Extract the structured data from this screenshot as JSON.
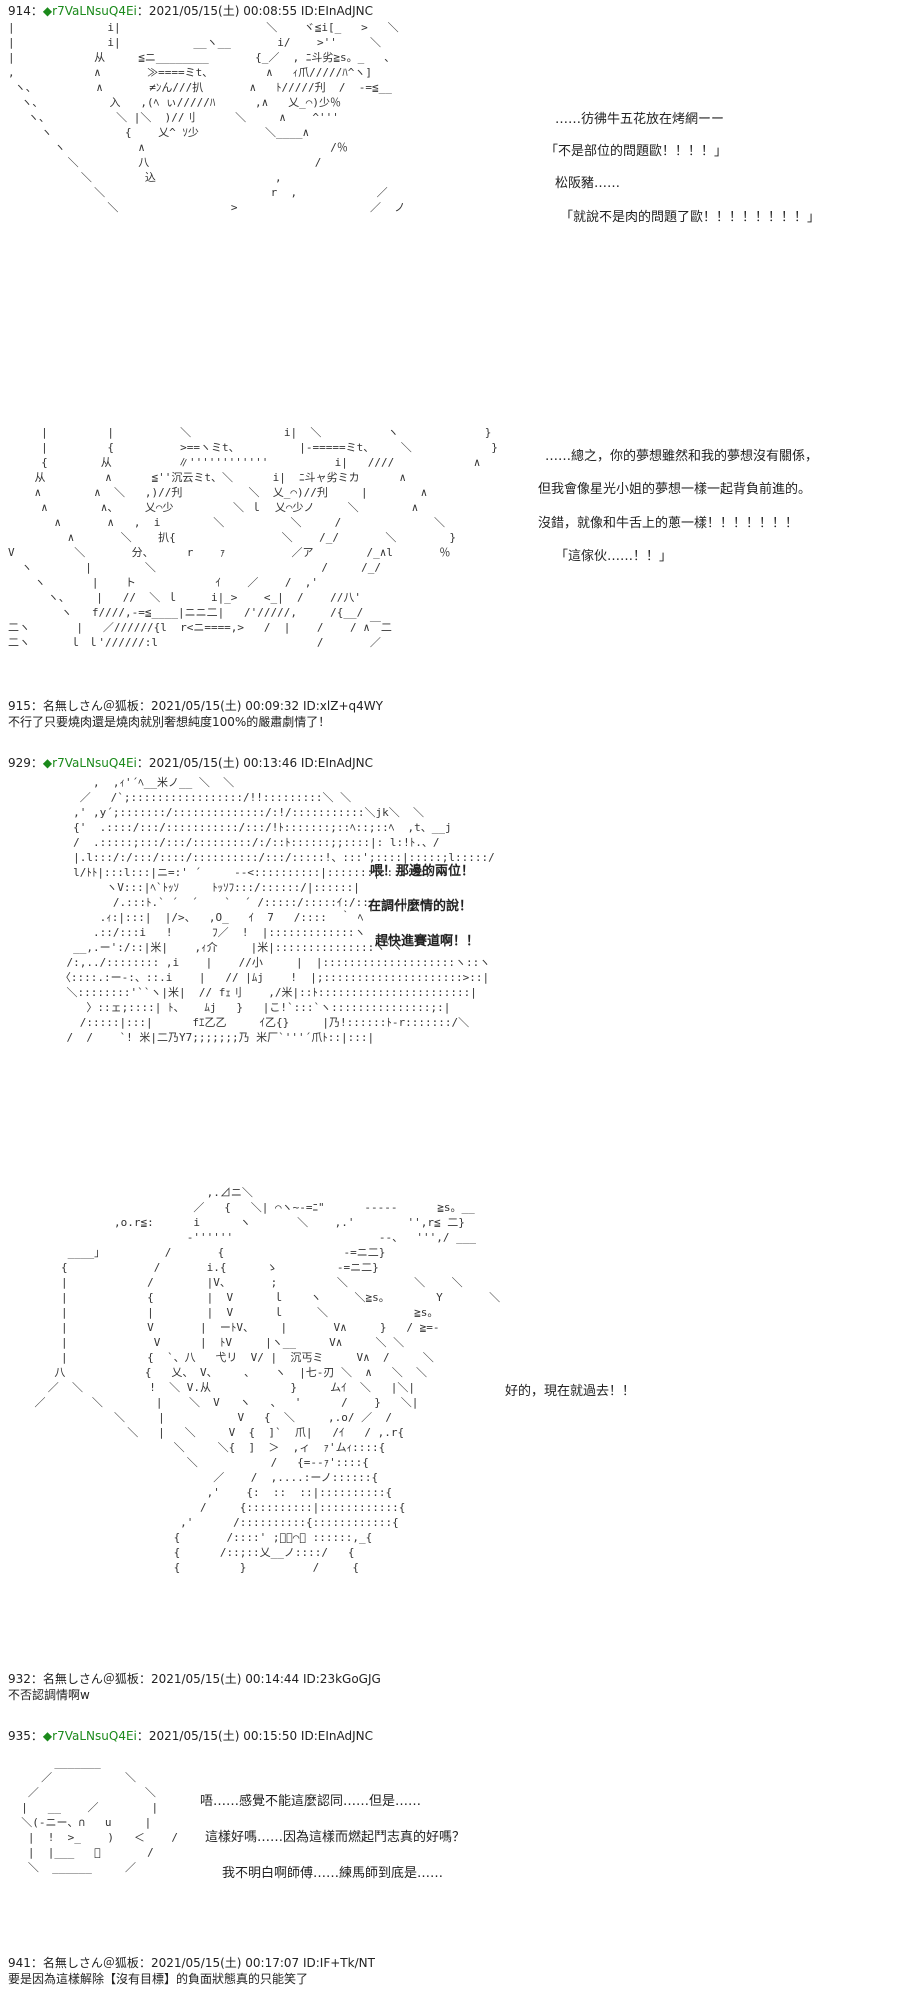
{
  "posts": [
    {
      "num": "914",
      "sep": "：",
      "trip": "◆r7VaLNsuQ4Ei",
      "meta": "：2021/05/15(土) 00:08:55 ID:EInAdJNC",
      "panels": [
        {
          "aa": "|              i|                      ＼    ヾ≦i[_   >   ＼\n|              i|           __ヽ__       i/    >''     ＼\n|            从     ≦ニ________       {_／  , ﾆ斗劣≧s。_   、\n,            ∧       ≫====ミt、        ∧   ｨ爪/////ﾊ^ヽ]\n ヽ、         ∧       ≠ﾝん///扒       ∧   ﾄ/////刋  /  -=≦__\n  ヽ、          入   ,(ﾍ ぃ/////ﾊ      ,∧   乂_⌒)少％\n   ヽ、          ＼ |＼  )//刂      ＼     ∧    ^'''\n     ヽ           {    乂^ ｿ少          ＼____∧\n       ヽ           ∧                            /％\n         ＼         八                         /\n           ＼        込                  ,\n             ＼                         r  ,            ／\n               ＼                 >                    ／  ノ",
          "lines": [
            "……彷彿牛五花放在烤網ーー",
            "「不是部位的問題歐！！！！」",
            "松阪豬……",
            "「就說不是肉的問題了歐！！！！！！！！」"
          ]
        },
        {
          "aa": "     |         |          ＼              i|  ＼          ヽ             }\n     |         {          >==ヽミt、         |-=====ミt、    ＼            }\n     {        从          ∥''''''''''''          i|   ////            ∧\n    从         ∧      ≦''沉云ミt、＼      i|  ﾆ斗ャ劣ミカ      ∧\n    ∧        ∧  ＼   ,)//刋          ＼  乂_⌒)//刋     |        ∧\n     ∧        ∧、    乂⌒少         ＼ ｌ  乂⌒少ノ     ＼        ∧\n       ∧       ∧   ,  i        ＼          ＼     /              ＼\n         ∧       ＼    扒{                ＼    /_/       ＼        }\nV         ＼       分、     r    ｧ          ／ア        /_∧l       ％\n  ヽ        |        ＼                         /     /_/\n    ヽ       |    ト            ｲ    ／    /  ,'\n      ヽ、    |   //  ＼ ｌ     i|_>    <_|  /    //八'\n        ヽ   f////,-=≦____|ニニ二|   /'/////,     /{__/\n二ヽ       |   ／//////{l  r<ニ====,>   /  |    /    / ∧￣二\n二ヽ      ｌ ｌ'//////:l                        /       ／\n",
          "lines": [
            "……總之，你的夢想雖然和我的夢想沒有關係，",
            "但我會像星光小姐的夢想一樣一起背負前進的。",
            "沒錯，就像和牛舌上的蔥一樣！！！！！！！",
            "「這傢伙……！！」"
          ]
        }
      ]
    },
    {
      "num": "915",
      "sep": "：",
      "name": "名無しさん＠狐板",
      "meta": "：2021/05/15(土) 00:09:32 ID:xlZ+q4WY",
      "body": "不行了只要燒肉還是燒肉就別奢想純度100%的嚴肅劇情了！"
    },
    {
      "num": "929",
      "sep": "：",
      "trip": "◆r7VaLNsuQ4Ei",
      "meta": "：2021/05/15(土) 00:13:46 ID:EInAdJNC",
      "panels": [
        {
          "aa": "        ,  ,ｨ'´ﾍ__米ノ__ ＼  ＼\n      ／   /`;:::::::::::::::::/!!:::::::::＼ ＼\n     ,' ,y´;:::::::/::::::::::::::/:!/:::::::::::＼jk＼  ＼\n     {'  .::::/:::/:::::::::::/:::/!ﾄ:::::::;::ﾍ::;::ﾍ  ,t、__j\n     /  .:::::;:::/:::/:::::::::/:/::ﾄ::::::;;::::|: l:!ﾄ.、/\n     |.l:::/:/:::/::::/::::::::::/:::/:::::!、:::';::::|:::::;l:::::/\n     l/ﾄﾄ|:::l:::|ニ=:' ´     -‐<::::::::::|:::::::|:::::::/\n          ヽV:::|ﾍ`ﾄｯｿ     ﾄｯｿﾌ:::/::::::/|::::::|\n           /.:::ﾄ.` ´  ´    `  ´ /:::::/:::::ｲ:/:::::::|\n         .ｨ:|:::|  |/>、  ,O_   ｲ  7   /::::  ｀ ﾍ\n        .::/:::i   !      ﾌ／  !  |:::::::::::::ヽ\n     __,.ー':/::|米|    ,ｨ介     |米|:::::::::::::::ヽ`ヽ\n    /:,../:::::::: ,i    |    //小     |  |::::::::::::::::::::ヽ::ヽ\n   〈::::.:ー-:、::.i    |   // |ﾑj    !  |;:::::::::::::::::::::>::|\n    ＼::::::::'``ヽ|米|  // fｪ刂    ,/米|::ﾄ:::::::::::::::::::::::|\n       〉::ェ;::::| ﾄ、   ﾑj   }   |こ!`:::`ヽ:::::::::::::::;:|\n      /:::::|:::|      fｴ乙乙     ｲ乙{}     |乃!::::::ﾄ‐r:::::::/＼\n    /  /    `! 米|二乃Y7;;;;;;;乃 米厂`'''´爪ﾄ::|:::|",
          "lines": [
            "喂！那邊的兩位！",
            "在調什麼情的說！",
            "趕快進賽道啊！！"
          ]
        },
        {
          "aa": "                              ,.⊿ニ＼\n                            ／   {   ＼| ⌒ヽ~-=ﾆ\"      -----      ≧s。__\n                ,o.r≦:      i      ヽ       ＼    ,.'        '',r≦ 二}\n                           -''''''                      --、  ''',/ ___\n         ____」         /       {                  -=ニ二}\n        {             /       i.{      ゝ         -=ニ二}\n        |            /        |V、      ;         ＼          ＼    ＼\n        |            {        |  V      ｌ    ヽ     ＼≧s。       Y       ＼\n        |            |        |  V      ｌ     ＼             ≧s。\n        |            V       |  ーﾄV、    |       V∧     }   / ≧=-\n        |             V      |  ﾄV     |ヽ__     V∧     ＼ ＼\n        |            {  `、八   弋リ  V/ |  沉丐ミ     V∧  /     ＼\n       八            {   乂、 V、    、   ヽ  |七-刃 ＼  ∧   ＼  ＼\n      ／  ＼          !  ＼ V.从            }     ムｲ  ＼   |＼|\n    ／       ＼        |    ＼  V   ヽ   、  '      /    }   ＼|\n                ＼     |           V   {  ＼     ,.o/ ／  /\n                  ＼   |   ＼     V  {  ]`  爪|   /ｲ   / ,.r{\n                         ＼     ＼{  ]  ＞  ,ィ  ｧ'ムｨ::::{\n                           ＼           /   {=--ｧ'::::{\n                               ／    /  ,....:ーノ::::::{\n                              ,'    {:  ::  ::|::::::::::{\n                             /     {::::::::::|::::::::::::{\n                          ,'      /::::::::::{::::::::::::{\n                         {       /::::' ;ﾞﾟ⌒ﾟ ::::::,_{\n                         {      /::;::乂__ノ::::/   {\n                         {         }          /     {",
          "lines": [
            "好的，現在就過去！！"
          ]
        }
      ]
    },
    {
      "num": "932",
      "sep": "：",
      "name": "名無しさん＠狐板",
      "meta": "：2021/05/15(土) 00:14:44 ID:23kGoGJG",
      "body": "不否認調情啊w"
    },
    {
      "num": "935",
      "sep": "：",
      "trip": "◆r7VaLNsuQ4Ei",
      "meta": "：2021/05/15(土) 00:15:50 ID:EInAdJNC",
      "panels": [
        {
          "aa": "       _______\n     ／           ＼\n   ／                ＼\n  |   __    ／        |\n  ＼(‐ニー、∩   u     |\n   |  !  >_    )   ＜    /\n   |  |___   ﾞ       /\n   ＼  ______     ／",
          "lines": [
            "唔……感覺不能這麼認同……但是……",
            "這樣好嗎……因為這樣而燃起鬥志真的好嗎？",
            "我不明白啊師傅……練馬師到底是……"
          ]
        }
      ]
    },
    {
      "num": "941",
      "sep": "：",
      "name": "名無しさん＠狐板",
      "meta": "：2021/05/15(土) 00:17:07 ID:IF+Tk/NT",
      "body": "要是因為這樣解除【沒有目標】的負面狀態真的只能笑了"
    }
  ]
}
